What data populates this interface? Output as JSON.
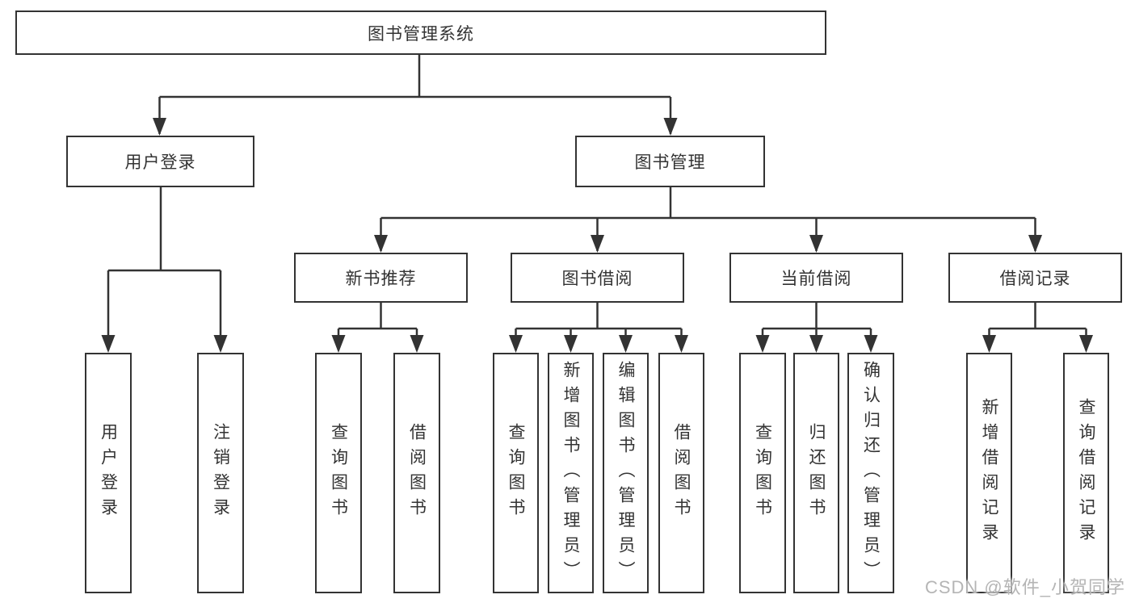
{
  "tree": {
    "root": {
      "label": "图书管理系统"
    },
    "level2": [
      {
        "label": "用户登录"
      },
      {
        "label": "图书管理"
      }
    ],
    "level3": [
      {
        "label": "新书推荐",
        "parent": "图书管理"
      },
      {
        "label": "图书借阅",
        "parent": "图书管理"
      },
      {
        "label": "当前借阅",
        "parent": "图书管理"
      },
      {
        "label": "借阅记录",
        "parent": "图书管理"
      }
    ],
    "leaves": [
      {
        "label": "用户登录",
        "parent": "用户登录"
      },
      {
        "label": "注销登录",
        "parent": "用户登录"
      },
      {
        "label": "查询图书",
        "parent": "新书推荐"
      },
      {
        "label": "借阅图书",
        "parent": "新书推荐"
      },
      {
        "label": "查询图书",
        "parent": "图书借阅"
      },
      {
        "label": "新增图书（管理员）",
        "parent": "图书借阅"
      },
      {
        "label": "编辑图书（管理员）",
        "parent": "图书借阅"
      },
      {
        "label": "借阅图书",
        "parent": "图书借阅"
      },
      {
        "label": "查询图书",
        "parent": "当前借阅"
      },
      {
        "label": "归还图书",
        "parent": "当前借阅"
      },
      {
        "label": "确认归还（管理员）",
        "parent": "当前借阅"
      },
      {
        "label": "新增借阅记录",
        "parent": "借阅记录"
      },
      {
        "label": "查询借阅记录",
        "parent": "借阅记录"
      }
    ]
  },
  "watermark": {
    "text": "CSDN @软件_小贺同学"
  },
  "colors": {
    "line": "#333333",
    "text": "#333333",
    "background": "#ffffff",
    "watermark": "#b5b5b5"
  }
}
